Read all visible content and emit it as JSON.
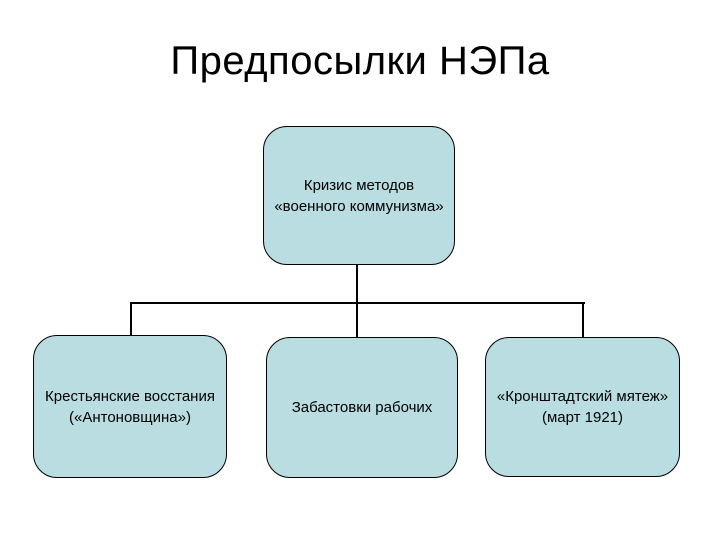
{
  "title": "Предпосылки НЭПа",
  "colors": {
    "background": "#ffffff",
    "node_fill": "#b9dde1",
    "node_border": "#000000",
    "connector": "#000000",
    "text": "#000000"
  },
  "diagram": {
    "root": {
      "label": "Кризис методов\n«военного коммунизма»"
    },
    "children": [
      {
        "label": "Крестьянские восстания\n(«Антоновщина»)"
      },
      {
        "label": "Забастовки рабочих"
      },
      {
        "label": "«Кронштадтский мятеж»\n(март 1921)"
      }
    ]
  }
}
